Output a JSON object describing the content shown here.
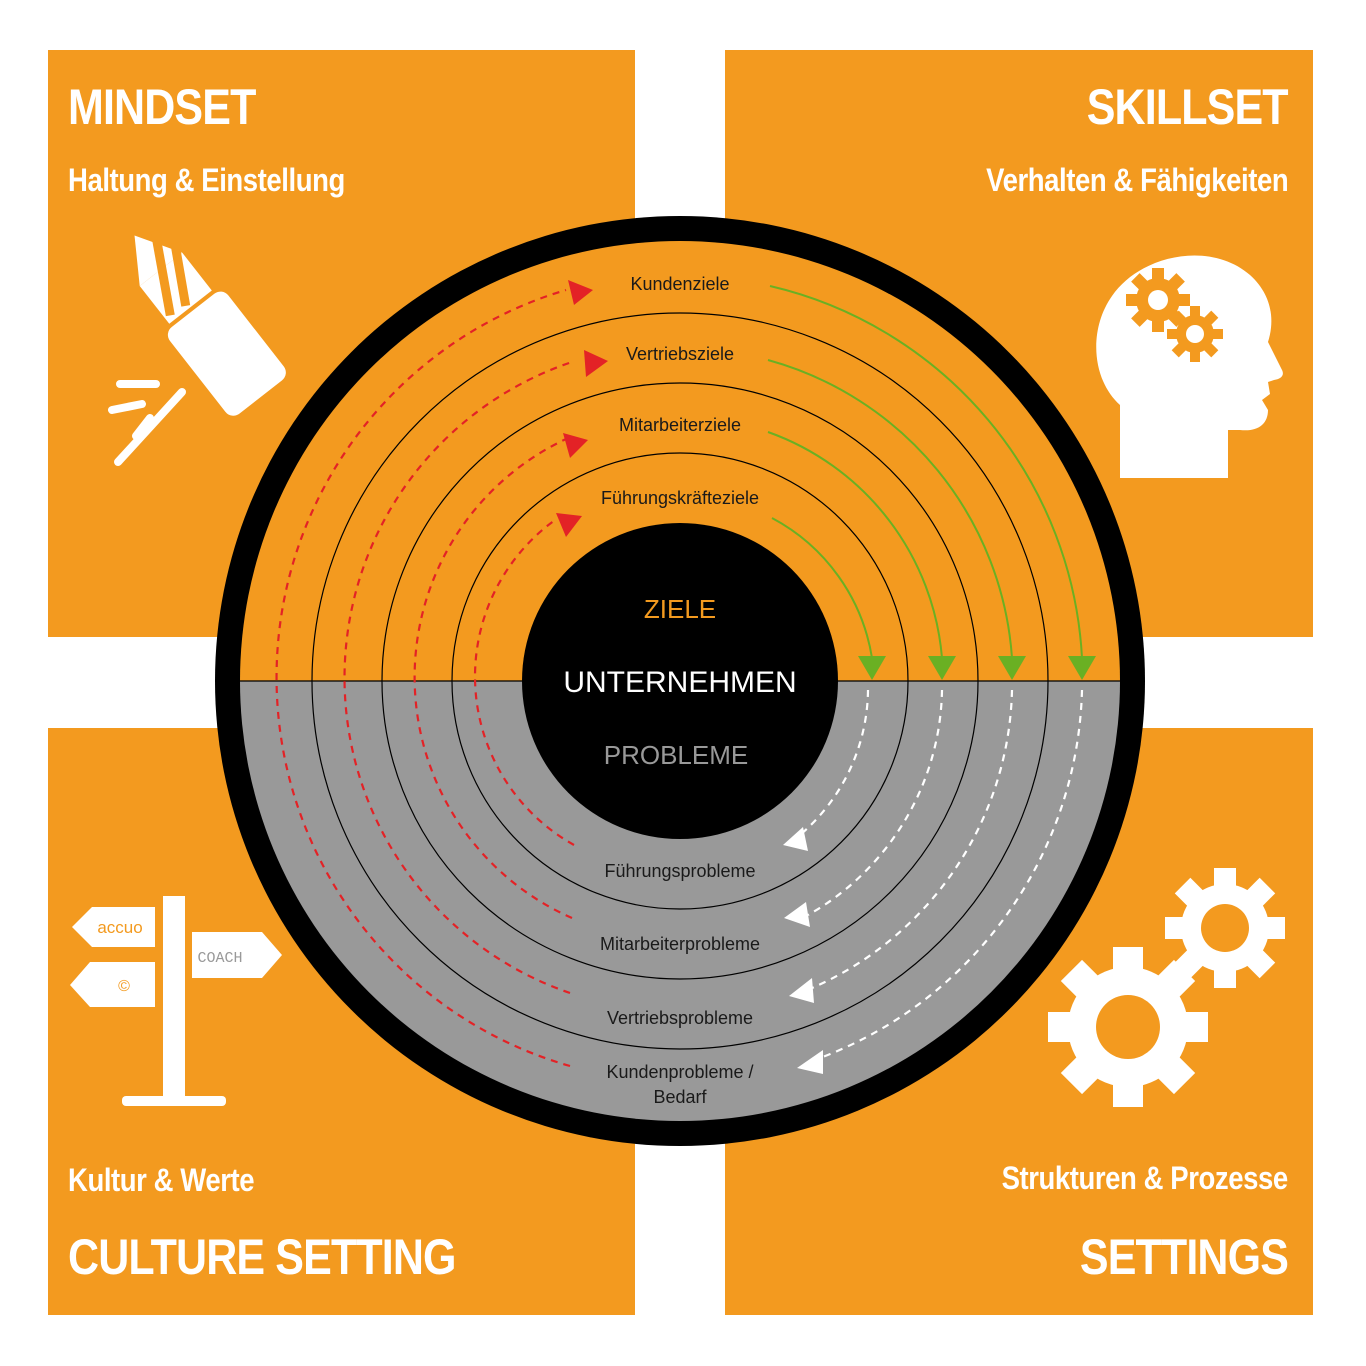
{
  "quadrants": {
    "top_left": {
      "title": "MINDSET",
      "subtitle": "Haltung & Einstellung"
    },
    "top_right": {
      "title": "SKILLSET",
      "subtitle": "Verhalten & Fähigkeiten"
    },
    "bottom_left": {
      "title": "CULTURE SETTING",
      "subtitle": "Kultur & Werte"
    },
    "bottom_right": {
      "title": "SETTINGS",
      "subtitle": "Strukturen & Prozesse"
    }
  },
  "center": {
    "top_label": "ZIELE",
    "middle_label": "UNTERNEHMEN",
    "bottom_label": "PROBLEME"
  },
  "goal_rings": [
    "Kundenziele",
    "Vertriebsziele",
    "Mitarbeiterziele",
    "Führungskräfteziele"
  ],
  "problem_rings": [
    "Führungsprobleme",
    "Mitarbeiterprobleme",
    "Vertriebsprobleme",
    "Kundenprobleme /",
    "Bedarf"
  ],
  "signpost": {
    "sign1": "accuo",
    "sign2": "COACH",
    "sign3": "©"
  },
  "icons": {
    "top_left": "rocket-firework-icon",
    "top_right": "head-gears-icon",
    "bottom_left": "signpost-icon",
    "bottom_right": "gears-icon"
  },
  "colors": {
    "orange": "#f39a1f",
    "gray": "#999999",
    "black": "#000000",
    "red_arrow": "#e32226",
    "green_arrow": "#6ab023",
    "white": "#ffffff"
  }
}
